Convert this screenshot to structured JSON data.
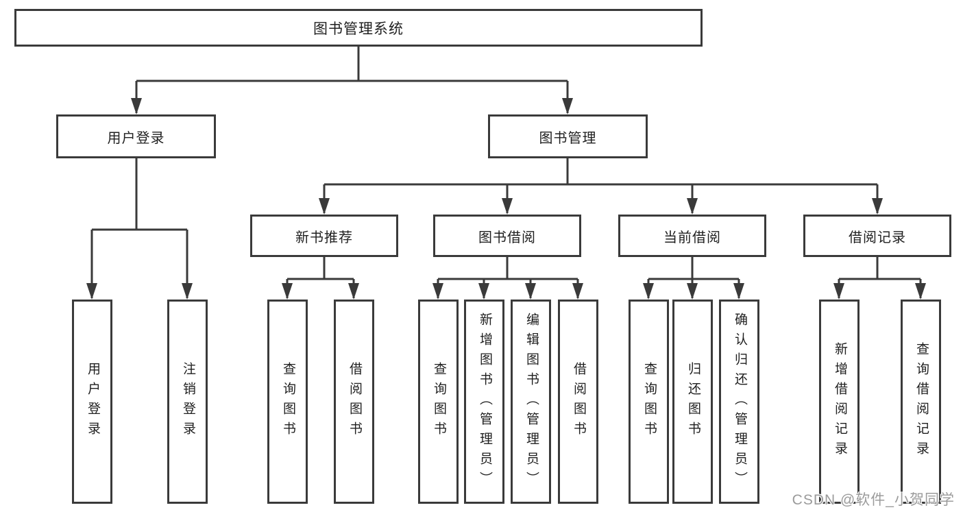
{
  "diagram_type": "hierarchy-tree",
  "root": {
    "label": "图书管理系统"
  },
  "login": {
    "label": "用户登录",
    "children": [
      {
        "label": "用户登录"
      },
      {
        "label": "注销登录"
      }
    ]
  },
  "management": {
    "label": "图书管理",
    "modules": [
      {
        "label": "新书推荐",
        "children": [
          {
            "label": "查询图书"
          },
          {
            "label": "借阅图书"
          }
        ]
      },
      {
        "label": "图书借阅",
        "children": [
          {
            "label": "查询图书"
          },
          {
            "label": "新增图书（管理员）"
          },
          {
            "label": "编辑图书（管理员）"
          },
          {
            "label": "借阅图书"
          }
        ]
      },
      {
        "label": "当前借阅",
        "children": [
          {
            "label": "查询图书"
          },
          {
            "label": "归还图书"
          },
          {
            "label": "确认归还（管理员）"
          }
        ]
      },
      {
        "label": "借阅记录",
        "children": [
          {
            "label": "新增借阅记录"
          },
          {
            "label": "查询借阅记录"
          }
        ]
      }
    ]
  },
  "watermark": {
    "text": "CSDN @软件_小贺同学",
    "color": "#9b9b9b"
  },
  "colors": {
    "line": "#3a3a3a",
    "box_border": "#3a3a3a",
    "text": "#1f1f1f",
    "background": "#ffffff"
  }
}
